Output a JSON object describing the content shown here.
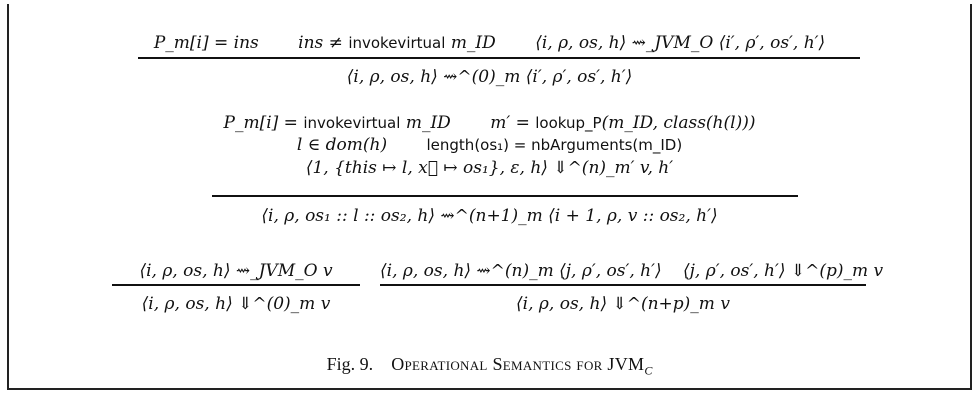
{
  "rules": {
    "r1": {
      "prem1": "P_m[i] = ins",
      "prem2a": "ins ≠",
      "prem2b": "invokevirtual",
      "prem2c": "m_ID",
      "prem3": "⟨i, ρ, os, h⟩ ⇝_JVM_O ⟨i′, ρ′, os′, h′⟩",
      "concl": "⟨i, ρ, os, h⟩ ⇝^(0)_m ⟨i′, ρ′, os′, h′⟩"
    },
    "r2": {
      "p1a": "P_m[i] =",
      "p1b": "invokevirtual",
      "p1c": "m_ID",
      "p1d": "m′ =",
      "p1e": "lookup_P",
      "p1f": "(m_ID, class(h(l)))",
      "p2a": "l ∈ dom(h)",
      "p2b": "length(os₁) = nbArguments(m_ID)",
      "p3": "⟨1, {this ↦ l, x⃗ ↦ os₁}, ε, h⟩ ⇓^(n)_m′ v, h′",
      "concl": "⟨i, ρ, os₁ :: l :: os₂, h⟩ ⇝^(n+1)_m ⟨i + 1, ρ, v :: os₂, h′⟩"
    },
    "r3": {
      "prem": "⟨i, ρ, os, h⟩ ⇝_JVM_O v",
      "concl": "⟨i, ρ, os, h⟩ ⇓^(0)_m v"
    },
    "r4": {
      "prem1": "⟨i, ρ, os, h⟩ ⇝^(n)_m ⟨j, ρ′, os′, h′⟩",
      "prem2": "⟨j, ρ′, os′, h′⟩ ⇓^(p)_m v",
      "concl": "⟨i, ρ, os, h⟩ ⇓^(n+p)_m v"
    }
  },
  "caption": {
    "label": "Fig. 9.",
    "text": "Operational Semantics for JVM",
    "sub": "C"
  }
}
